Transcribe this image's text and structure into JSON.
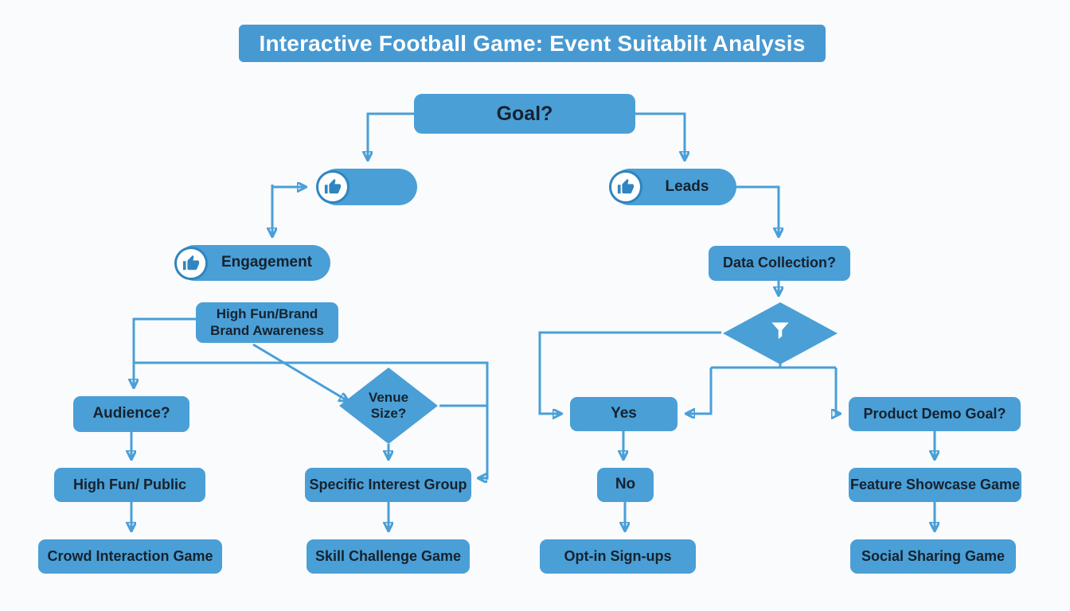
{
  "title": "Interactive Football Game: Event Suitabilt Analysis",
  "nodes": {
    "goal": {
      "label": "Goal?"
    },
    "left_pill": {
      "label": ""
    },
    "leads": {
      "label": "Leads"
    },
    "engagement": {
      "label": "Engagement"
    },
    "data_collection": {
      "label": "Data Collection?"
    },
    "brand": {
      "line1": "High Fun/Brand",
      "line2": "Brand Awareness"
    },
    "audience": {
      "label": "Audience?"
    },
    "venue": {
      "line1": "Venue",
      "line2": "Size?"
    },
    "yes": {
      "label": "Yes"
    },
    "product_demo": {
      "label": "Product Demo Goal?"
    },
    "high_fun_public": {
      "label": "High Fun/ Public"
    },
    "specific_interest": {
      "label": "Specific Interest Group"
    },
    "no": {
      "label": "No"
    },
    "feature_showcase": {
      "label": "Feature Showcase Game"
    },
    "crowd_interaction": {
      "label": "Crowd Interaction Game"
    },
    "skill_challenge": {
      "label": "Skill Challenge Game"
    },
    "opt_in": {
      "label": "Opt-in Sign-ups"
    },
    "social_sharing": {
      "label": "Social Sharing Game"
    }
  },
  "icons": {
    "thumbs_up": "thumbs-up-icon",
    "funnel": "funnel-icon"
  },
  "colors": {
    "primary_blue": "#4a9fd6",
    "title_blue": "#4799d2",
    "ring_blue": "#2f85bf",
    "text_dark": "#16222e",
    "background": "#f9fbfd",
    "icon_white": "#ffffff"
  }
}
